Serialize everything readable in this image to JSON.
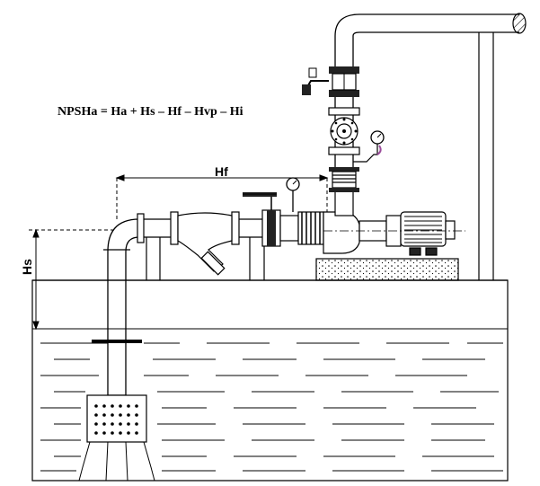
{
  "formula": "NPSHa = Ha + Hs – Hf – Hvp – Hi",
  "labels": {
    "hf": "Hf",
    "hs": "Hs"
  },
  "icons": [
    "pressure-gauge-icon",
    "gate-valve-icon",
    "check-valve-icon",
    "y-strainer-icon",
    "pump-icon",
    "motor-icon",
    "foot-valve-icon"
  ],
  "colors": {
    "line": "#000000",
    "gauge_accent": "#9b4b9b",
    "valve_fill": "#222222"
  }
}
